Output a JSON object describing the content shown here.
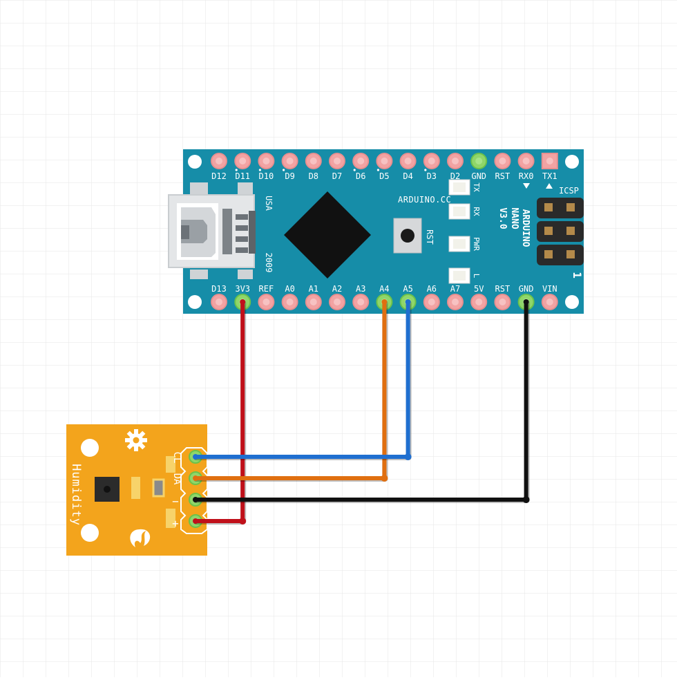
{
  "arduino": {
    "top_pins": [
      "D12",
      "D11",
      "D10",
      "D9",
      "D8",
      "D7",
      "D6",
      "D5",
      "D4",
      "D3",
      "D2",
      "GND",
      "RST",
      "RX0",
      "TX1"
    ],
    "top_pins_dotted": [
      "D11",
      "D10",
      "D9",
      "D6",
      "D5",
      "D3"
    ],
    "bottom_pins": [
      "D13",
      "3V3",
      "REF",
      "A0",
      "A1",
      "A2",
      "A3",
      "A4",
      "A5",
      "A6",
      "A7",
      "5V",
      "RST",
      "GND",
      "VIN"
    ],
    "connected_pins": [
      "GND",
      "3V3",
      "A4",
      "A5"
    ],
    "site": "ARDUINO.CC",
    "model_line1": "ARDUINO",
    "model_line2": "NANO",
    "model_line3": "V3.0",
    "usa": "USA",
    "year": "2009",
    "reset_label": "RST",
    "icsp_label": "ICSP",
    "icsp_pin1": "1",
    "leds": [
      "TX",
      "RX",
      "PWR",
      "L"
    ]
  },
  "sensor": {
    "title": "Humidity",
    "pins": [
      "CL",
      "DA",
      "−",
      "+"
    ]
  },
  "wires": [
    {
      "color": "#c0101a",
      "from": "3V3",
      "to": "+"
    },
    {
      "color": "#e06f10",
      "from": "A4",
      "to": "DA"
    },
    {
      "color": "#1f6fd0",
      "from": "A5",
      "to": "CL"
    },
    {
      "color": "#101010",
      "from": "GND",
      "to": "−"
    }
  ],
  "colors": {
    "board": "#168da8",
    "board_text": "#ffffff",
    "pin_pad": "#f2a3a3",
    "pin_connected": "#8fd66a",
    "sensor_board": "#f3a41c",
    "grid": "#e7e7e7"
  }
}
